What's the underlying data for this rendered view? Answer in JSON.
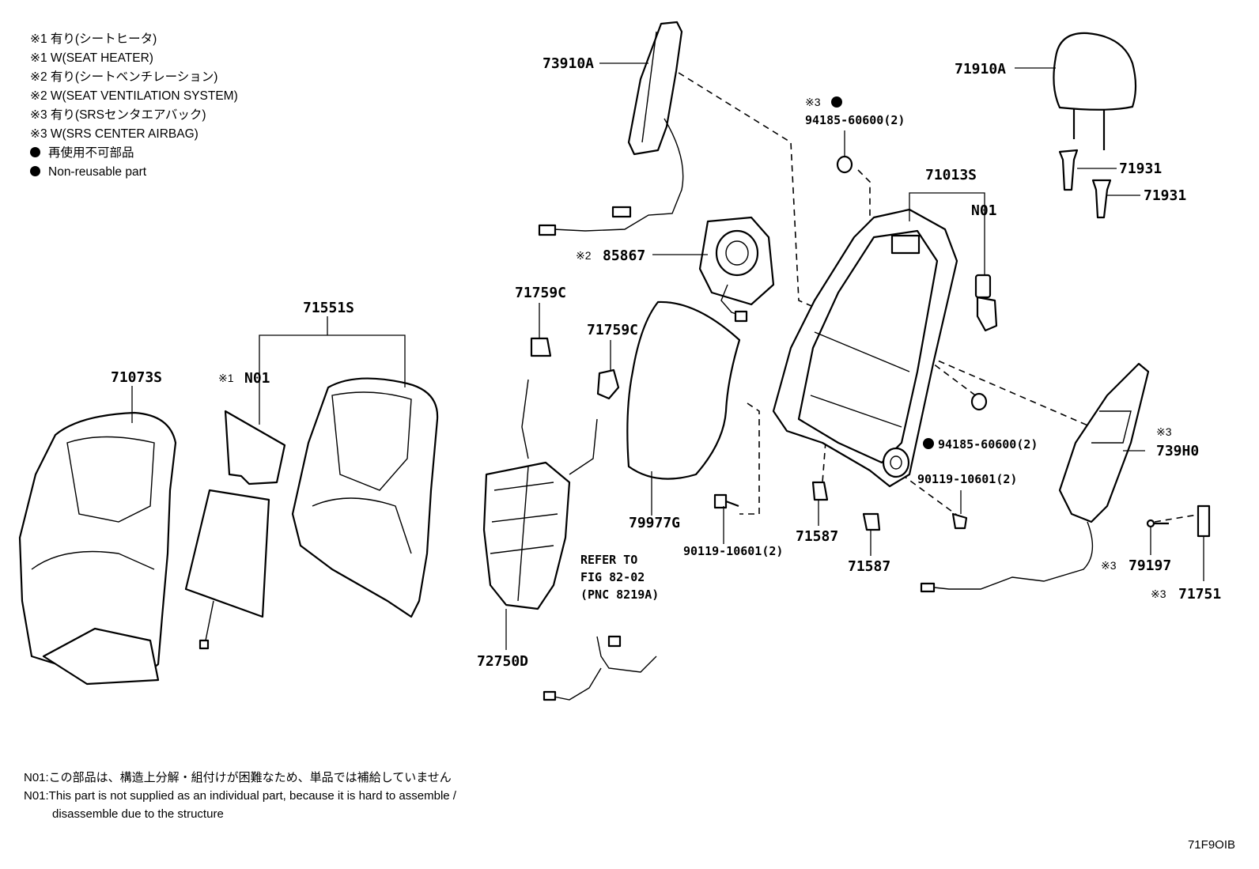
{
  "legend": {
    "l1": "※1 有り(シートヒータ)",
    "l2": "※1 W(SEAT HEATER)",
    "l3": "※2 有り(シートベンチレーション)",
    "l4": "※2 W(SEAT VENTILATION SYSTEM)",
    "l5": "※3 有り(SRSセンタエアバック)",
    "l6": "※3 W(SRS CENTER AIRBAG)",
    "l7": "再使用不可部品",
    "l8": "Non-reusable part"
  },
  "callouts": {
    "p73910A": "73910A",
    "p71910A": "71910A",
    "m3a": "※3",
    "p94185a": "94185-60600(2)",
    "p71931a": "71931",
    "p71931b": "71931",
    "p71013S": "71013S",
    "n01a": "N01",
    "m2": "※2",
    "p85867": "85867",
    "p71759Ca": "71759C",
    "p71759Cb": "71759C",
    "p71551S": "71551S",
    "p71073S": "71073S",
    "m1": "※1",
    "n01b": "N01",
    "p94185b": "94185-60600(2)",
    "m3b": "※3",
    "p739H0": "739H0",
    "p90119a": "90119-10601(2)",
    "p79977G": "79977G",
    "p90119b": "90119-10601(2)",
    "p71587a": "71587",
    "p71587b": "71587",
    "m3c": "※3",
    "p79197": "79197",
    "m3d": "※3",
    "p71751": "71751",
    "refer1": "REFER TO",
    "refer2": "FIG 82-02",
    "refer3": "(PNC 8219A)",
    "p72750D": "72750D"
  },
  "notes": {
    "jp": "N01:この部品は、構造上分解・組付けが困難なため、単品では補給していません",
    "en1": "N01:This part is not supplied as an individual part, because it is hard to assemble /",
    "en2": "disassemble due to the structure"
  },
  "figure_id": "71F9OIB"
}
